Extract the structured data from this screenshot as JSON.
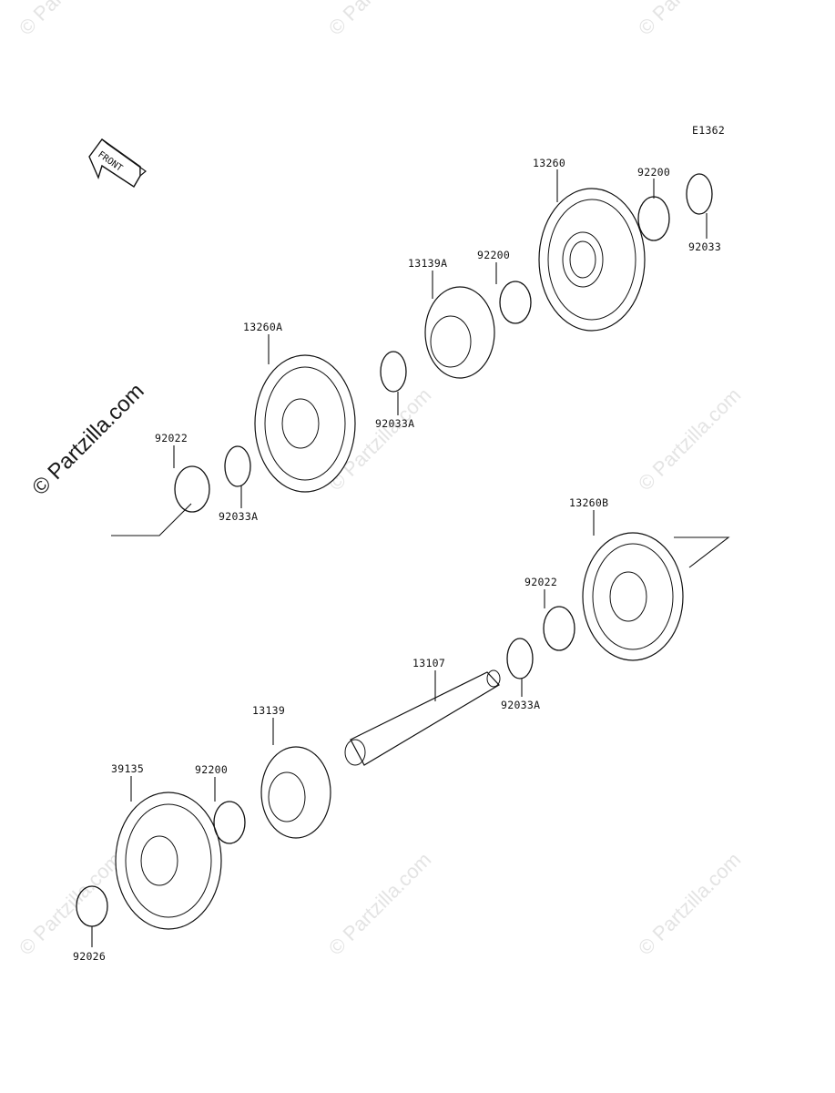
{
  "diagram_code": "E1362",
  "front_label": "FRONT",
  "watermark_main": "© Partzilla.com",
  "watermark_small": "© Partzilla.com",
  "parts": {
    "p13260": "13260",
    "p92200_top": "92200",
    "p92033": "92033",
    "p92200_mid": "92200",
    "p13139A": "13139A",
    "p13260A": "13260A",
    "p92033A_mid": "92033A",
    "p92022_left": "92022",
    "p92033A_left": "92033A",
    "p13260B": "13260B",
    "p92022_right": "92022",
    "p92033A_right": "92033A",
    "p13107": "13107",
    "p13139": "13139",
    "p92200_low": "92200",
    "p39135": "39135",
    "p92026": "92026"
  }
}
